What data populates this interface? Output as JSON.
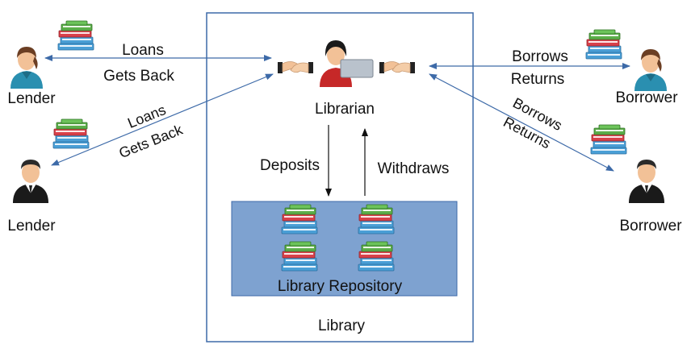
{
  "diagram": {
    "library_label": "Library",
    "repository_label": "Library Repository",
    "librarian_label": "Librarian",
    "deposits_label": "Deposits",
    "withdraws_label": "Withdraws",
    "lender_top": {
      "label": "Lender",
      "loans_label": "Loans",
      "gets_back_label": "Gets Back"
    },
    "lender_bottom": {
      "label": "Lender",
      "loans_label": "Loans",
      "gets_back_label": "Gets Back"
    },
    "borrower_top": {
      "label": "Borrower",
      "borrows_label": "Borrows",
      "returns_label": "Returns"
    },
    "borrower_bottom": {
      "label": "Borrower",
      "borrows_label": "Borrows",
      "returns_label": "Returns"
    },
    "colors": {
      "arrow_blue": "#3d6aa8",
      "repository_fill": "#7ea2d0",
      "library_border": "#3d6aa8"
    }
  }
}
